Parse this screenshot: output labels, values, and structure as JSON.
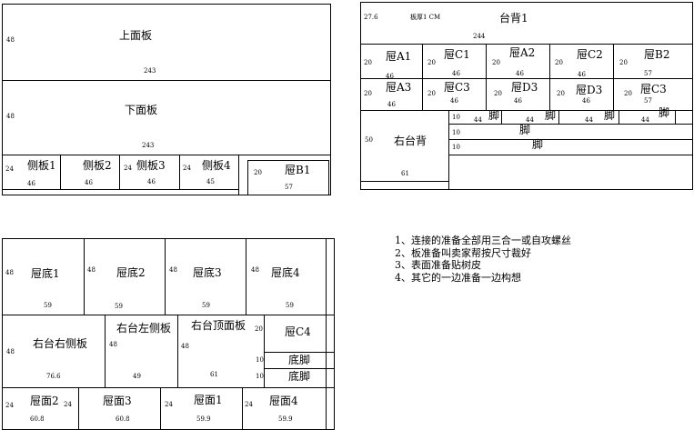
{
  "panels": {
    "top": "上面板",
    "top_h": "48",
    "top_w": "243",
    "bottom": "下面板",
    "bottom_h": "48",
    "bottom_w": "243",
    "side1": "侧板1",
    "side2": "侧板2",
    "side3": "侧板3",
    "side4": "侧板4",
    "side_h": "24",
    "side1_w": "46",
    "side2_w": "46",
    "side3_w": "46",
    "side4_w": "45",
    "b1": "屉B1",
    "b1_h": "20",
    "b1_w": "57"
  },
  "back_sheet": {
    "title": "台背1",
    "height": "27.6",
    "thickness_note": "板厚1 CM",
    "width": "244",
    "a1": "屉A1",
    "c1": "屉C1",
    "a2": "屉A2",
    "c2": "屉C2",
    "b2": "屉B2",
    "a3": "屉A3",
    "c3a": "屉C3",
    "d3a": "屉D3",
    "d3b": "屉D3",
    "c3b": "屉C3",
    "drawer_h": "20",
    "w46": "46",
    "w57": "57",
    "right_back": "右台背",
    "right_back_h": "50",
    "right_back_w": "61",
    "foot": "脚",
    "foot_h": "10",
    "foot_w": "44"
  },
  "sheet3": {
    "bot1": "屉底1",
    "bot2": "屉底2",
    "bot3": "屉底3",
    "bot4": "屉底4",
    "bot_h": "48",
    "bot_w": "59",
    "rr_side": "右台右侧板",
    "rr_side_h": "48",
    "rr_side_w": "76.6",
    "rl_side": "右台左侧板",
    "rl_side_h": "48",
    "rl_side_w": "49",
    "rtop": "右台顶面板",
    "rtop_h": "48",
    "rtop_w": "61",
    "c4": "屉C4",
    "c4_h": "20",
    "base_foot": "底脚",
    "base_foot_h": "10",
    "f2": "屉面2",
    "f3": "屉面3",
    "f1": "屉面1",
    "f4": "屉面4",
    "f_h": "24",
    "f2_w": "60.8",
    "f3_w": "60.8",
    "f1_w": "59.9",
    "f4_w": "59.9"
  },
  "notes": [
    "1、连接的准备全部用三合一或自攻螺丝",
    "2、板准备叫卖家帮按尺寸裁好",
    "3、表面准备贴树皮",
    "4、其它的一边准备一边构想"
  ]
}
